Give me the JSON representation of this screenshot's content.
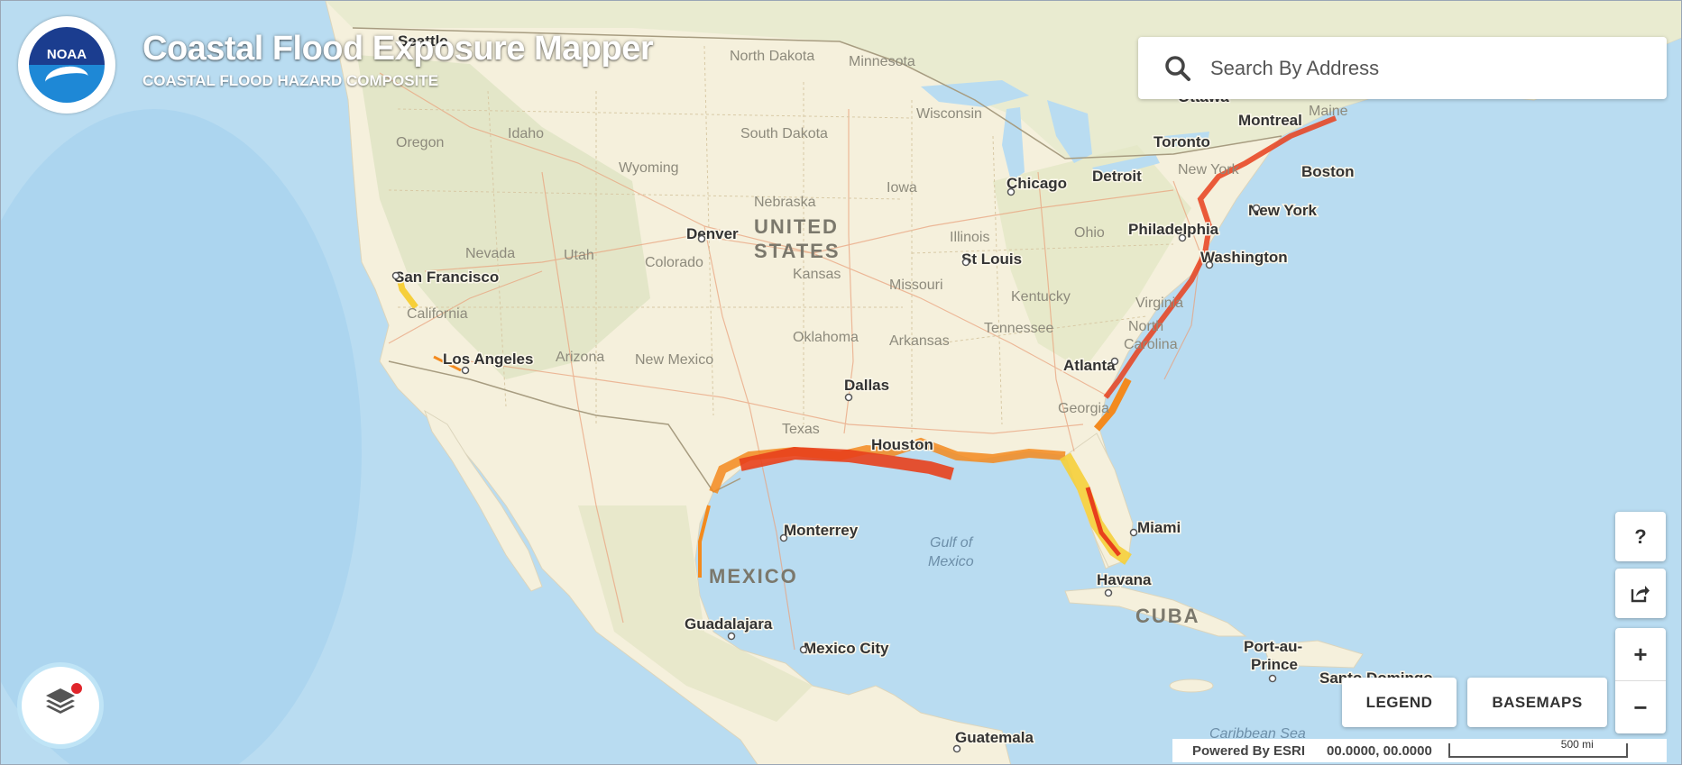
{
  "header": {
    "title": "Coastal Flood Exposure Mapper",
    "subtitle": "COASTAL FLOOD HAZARD COMPOSITE",
    "logo_text": "NOAA"
  },
  "search": {
    "placeholder": "Search By Address",
    "icon": "search-icon"
  },
  "controls": {
    "help_label": "?",
    "share_icon": "share-icon",
    "zoom_in_label": "+",
    "zoom_out_label": "−",
    "legend_label": "LEGEND",
    "basemaps_label": "BASEMAPS",
    "layers_icon": "layers-icon"
  },
  "status": {
    "powered_by": "Powered By ESRI",
    "coordinates": "00.0000, 00.0000",
    "scale": "500 mi"
  },
  "map": {
    "countries": [
      "UNITED",
      "STATES",
      "MEXICO",
      "CUBA"
    ],
    "water": [
      "Gulf of",
      "Mexico",
      "Caribbean Sea"
    ],
    "cities": [
      "Seattle",
      "San Francisco",
      "Los Angeles",
      "Denver",
      "Dallas",
      "Houston",
      "St Louis",
      "Chicago",
      "Detroit",
      "Toronto",
      "Ottawa",
      "Montreal",
      "Boston",
      "New York",
      "Philadelphia",
      "Washington",
      "Atlanta",
      "Miami",
      "Havana",
      "Monterrey",
      "Guadalajara",
      "Mexico City",
      "Guatemala",
      "Port-au-Prince",
      "Santo Domingo"
    ],
    "states": [
      "North Dakota",
      "Minnesota",
      "South Dakota",
      "Wisconsin",
      "Oregon",
      "Idaho",
      "Wyoming",
      "Nebraska",
      "Iowa",
      "Nevada",
      "Utah",
      "Colorado",
      "Kansas",
      "Missouri",
      "Illinois",
      "Ohio",
      "Kentucky",
      "Virginia",
      "North Carolina",
      "Tennessee",
      "Oklahoma",
      "Arkansas",
      "California",
      "Arizona",
      "New Mexico",
      "Texas",
      "Georgia",
      "Maine",
      "New York"
    ],
    "colors": {
      "ocean": "#b9dcf1",
      "land": "#f5f0dc",
      "flood_high": "#e8401c",
      "flood_mid": "#f38a1e",
      "flood_low": "#f6cf3a"
    }
  }
}
